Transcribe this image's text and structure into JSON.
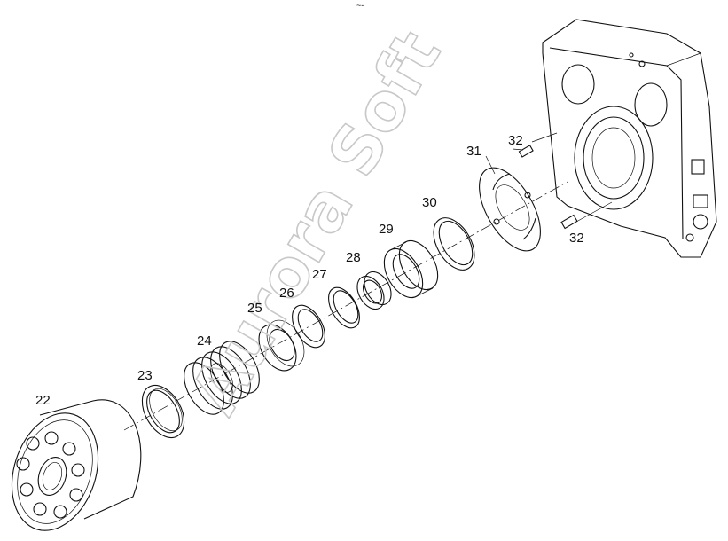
{
  "diagram": {
    "top_mark": "~-",
    "watermark": "Aurora Soft",
    "callouts": {
      "p22": "22",
      "p23": "23",
      "p24": "24",
      "p25": "25",
      "p26": "26",
      "p27": "27",
      "p28": "28",
      "p29": "29",
      "p30": "30",
      "p31": "31",
      "p32a": "32",
      "p32b": "32"
    }
  }
}
